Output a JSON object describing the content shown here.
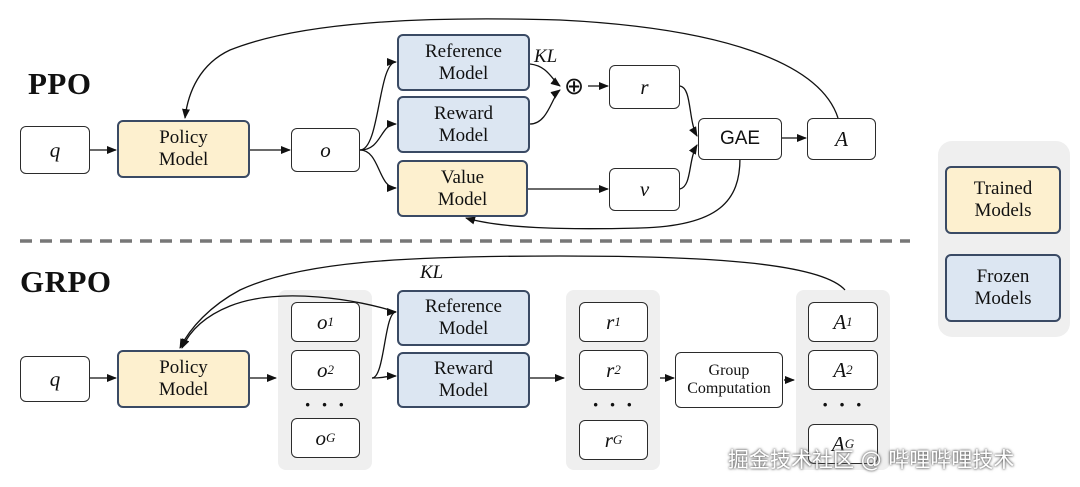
{
  "ppo": {
    "title": "PPO",
    "q": "q",
    "policy": "Policy\nModel",
    "o": "o",
    "reference": "Reference\nModel",
    "reward": "Reward\nModel",
    "value": "Value\nModel",
    "kl": "KL",
    "plus": "⊕",
    "r": "r",
    "v": "v",
    "gae": "GAE",
    "a": "A"
  },
  "grpo": {
    "title": "GRPO",
    "q": "q",
    "policy": "Policy\nModel",
    "kl": "KL",
    "reference": "Reference\nModel",
    "reward": "Reward\nModel",
    "outputs": [
      {
        "base": "o",
        "sub": "1"
      },
      {
        "base": "o",
        "sub": "2"
      },
      {
        "base": "o",
        "sub": "G"
      }
    ],
    "rewards": [
      {
        "base": "r",
        "sub": "1"
      },
      {
        "base": "r",
        "sub": "2"
      },
      {
        "base": "r",
        "sub": "G"
      }
    ],
    "advantages": [
      {
        "base": "A",
        "sub": "1"
      },
      {
        "base": "A",
        "sub": "2"
      },
      {
        "base": "A",
        "sub": "G"
      }
    ],
    "dots": "· · ·",
    "group": "Group\nComputation"
  },
  "legend": {
    "trained": "Trained\nModels",
    "frozen": "Frozen\nModels"
  },
  "colors": {
    "trained_fill": "#fdf0cf",
    "frozen_fill": "#dce6f2",
    "border": "#3a4a64",
    "group_bg": "#efefef"
  },
  "watermark": "掘金技术社区 @ 哔哩哔哩技术"
}
